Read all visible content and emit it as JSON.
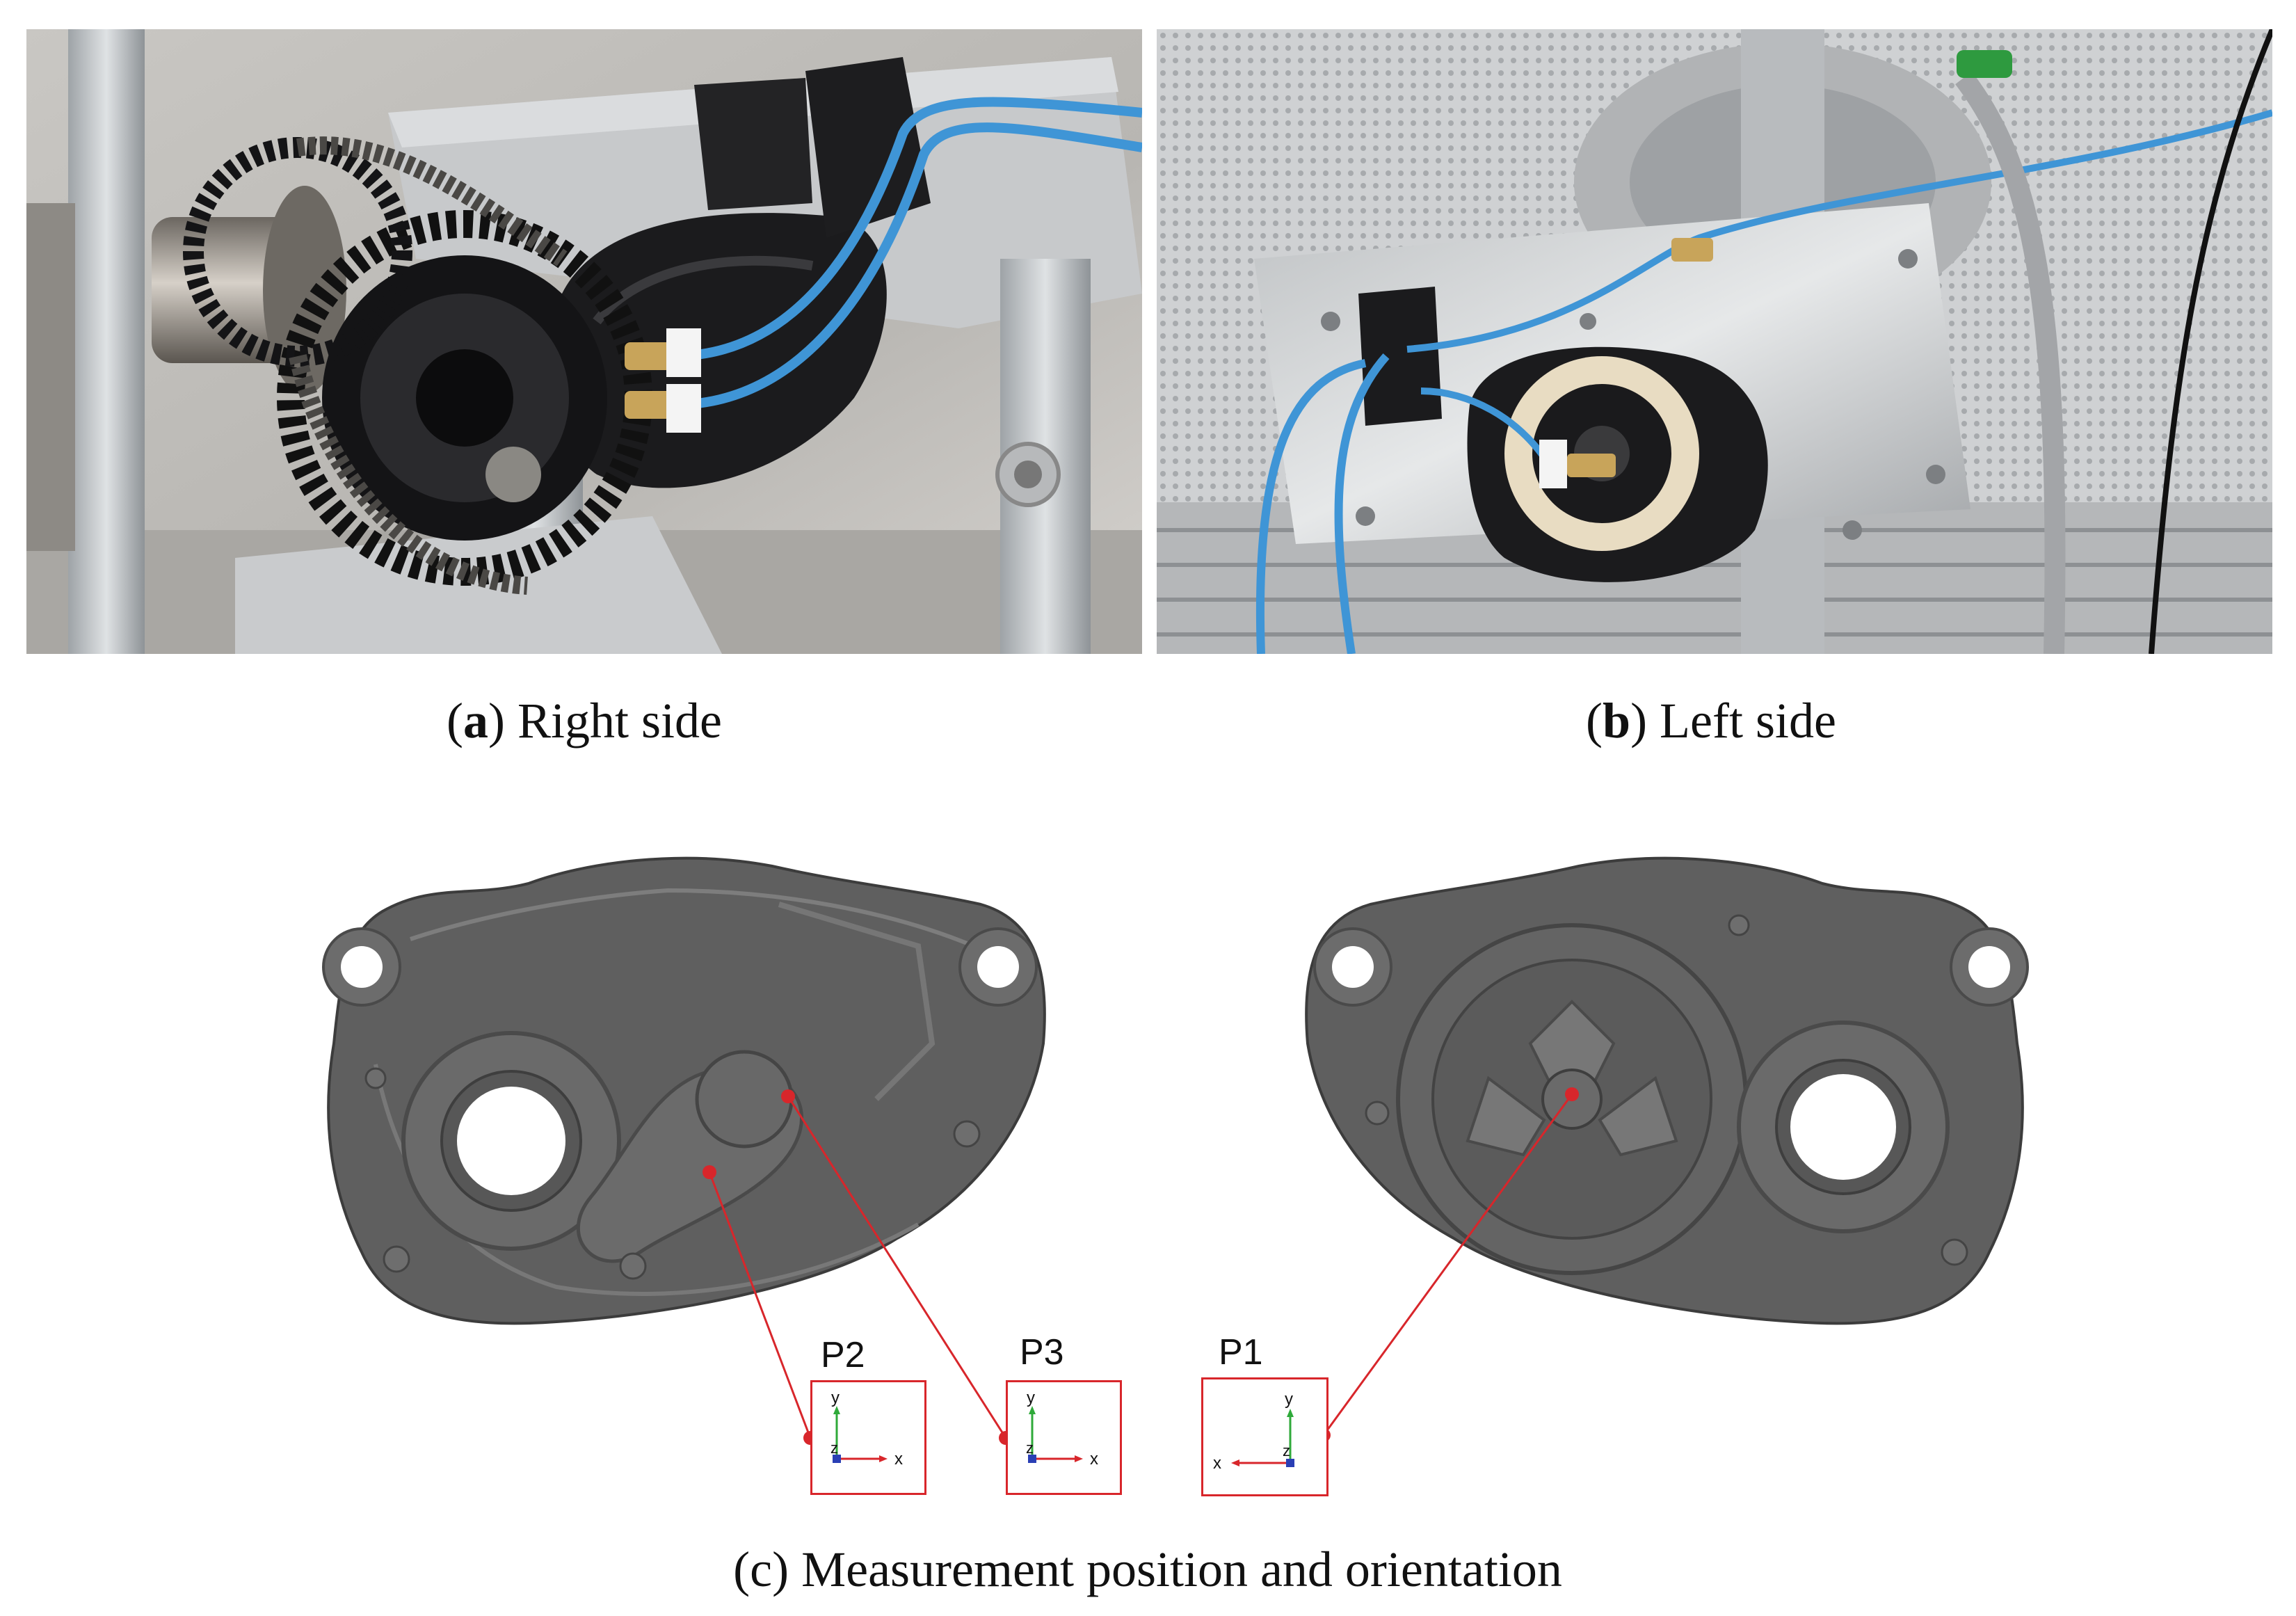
{
  "subfigures": {
    "a": {
      "letter": "a",
      "caption": "Right side"
    },
    "b": {
      "letter": "b",
      "caption": "Left side"
    },
    "c": {
      "letter": "c",
      "caption": "Measurement position and orientation"
    }
  },
  "measurement_points": [
    {
      "id": "P2",
      "axes": {
        "vertical": "y",
        "horizontal": "x",
        "normal": "z"
      }
    },
    {
      "id": "P3",
      "axes": {
        "vertical": "y",
        "horizontal": "x",
        "normal": "z"
      }
    },
    {
      "id": "P1",
      "axes": {
        "vertical": "y",
        "horizontal": "x",
        "normal": "z"
      }
    }
  ],
  "colors": {
    "marker": "#d8262b",
    "housing": "#5f5f5f",
    "axis_x": "#d8262b",
    "axis_y": "#2faa3a",
    "axis_z": "#2a3fb5"
  }
}
